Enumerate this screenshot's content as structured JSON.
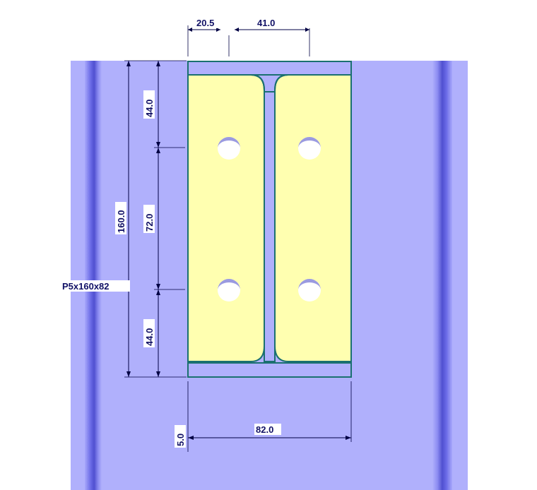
{
  "plate_label": "P5x160x82",
  "dimensions": {
    "top_left_offset": "20.5",
    "bolt_gauge": "41.0",
    "total_height": "160.0",
    "top_edge_distance": "44.0",
    "bolt_pitch": "72.0",
    "bottom_edge_distance": "44.0",
    "plate_width": "82.0",
    "plate_thickness": "5.0"
  },
  "colors": {
    "column_face": "#b0b0fc",
    "column_edge_dark": "#5a5ad8",
    "plate_fill": "#ffffb0",
    "section_outline": "#1a7070",
    "dimension_text": "#111166",
    "hole_fill": "#ffffff"
  },
  "bolt_holes": {
    "count": 4,
    "rows": 2,
    "columns": 2
  }
}
